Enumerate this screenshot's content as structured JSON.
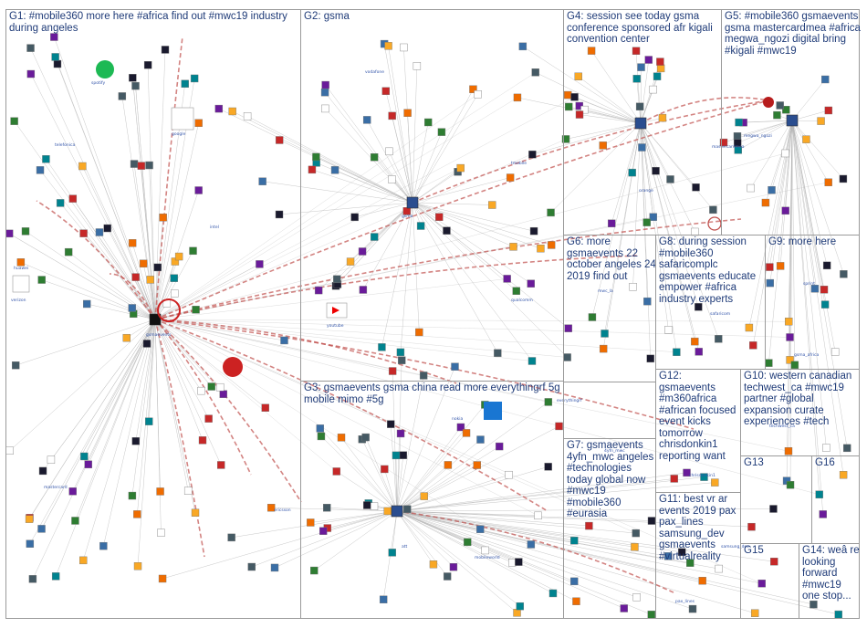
{
  "colors": {
    "border": "#9a9a9a",
    "label": "#1f3b78",
    "edge_gray": "#b5b5b5",
    "edge_red": "#c0504d",
    "hub": "#cc2222"
  },
  "groups": [
    {
      "id": "G1",
      "label": "G1: #mobile360 more here #africa find out #mwc19 industry during angeles"
    },
    {
      "id": "G2",
      "label": "G2: gsma"
    },
    {
      "id": "G4",
      "label": "G4: session see today gsma conference sponsored afr kigali convention center"
    },
    {
      "id": "G5",
      "label": "G5: #mobile360 gsmaevents gsma mastercardmea #africa megwa_ngozi digital bring #kigali #mwc19"
    },
    {
      "id": "G6",
      "label": "G6: more gsmaevents 22 october angeles 24 2019 find out"
    },
    {
      "id": "G8",
      "label": "G8: during session #mobile360 safaricomplc gsmaevents educate empower #africa industry experts"
    },
    {
      "id": "G9",
      "label": "G9: more here"
    },
    {
      "id": "G3",
      "label": "G3: gsmaevents gsma china read more everythingrf 5g mobile mimo #5g"
    },
    {
      "id": "G12",
      "label": "G12: gsmaevents #m360africa #african focused event kicks tomorrow chrisdonkin1 reporting want"
    },
    {
      "id": "G10",
      "label": "G10: western canadian techwest_ca #mwc19 partner #global expansion curate experiences #tech"
    },
    {
      "id": "G7",
      "label": "G7: gsmaevents 4yfn_mwc angeles #technologies today global now #mwc19 #mobile360 #eurasia"
    },
    {
      "id": "G13",
      "label": "G13"
    },
    {
      "id": "G16",
      "label": "G16"
    },
    {
      "id": "G11",
      "label": "G11: best vr ar events 2019 pax pax_lines samsung_dev gsmaevents #virtualreality"
    },
    {
      "id": "G15",
      "label": "G15"
    },
    {
      "id": "G14",
      "label": "G14: weâ re looking forward #mwc19 one stop..."
    }
  ],
  "vertices": [
    {
      "label": "gsmaevents"
    },
    {
      "label": "gsma"
    },
    {
      "label": "spotify"
    },
    {
      "label": "google"
    },
    {
      "label": "youtube"
    },
    {
      "label": "verizon"
    },
    {
      "label": "mastercard"
    },
    {
      "label": "safaricom"
    },
    {
      "label": "techwest_ca"
    },
    {
      "label": "4yfn_mwc"
    },
    {
      "label": "megwa_ngozi"
    },
    {
      "label": "huawei"
    },
    {
      "label": "nokia"
    },
    {
      "label": "ericsson"
    },
    {
      "label": "intel"
    },
    {
      "label": "qualcomm"
    },
    {
      "label": "samsung_dev"
    },
    {
      "label": "pax_lines"
    },
    {
      "label": "chrisdonkin1"
    },
    {
      "label": "mastercardmea"
    },
    {
      "label": "everythingrf"
    },
    {
      "label": "mobileworld"
    },
    {
      "label": "gsma_africa"
    },
    {
      "label": "mwc_la"
    },
    {
      "label": "telefonica"
    },
    {
      "label": "vodafone"
    },
    {
      "label": "orange"
    },
    {
      "label": "sprint"
    },
    {
      "label": "att"
    },
    {
      "label": "tmobile"
    }
  ]
}
